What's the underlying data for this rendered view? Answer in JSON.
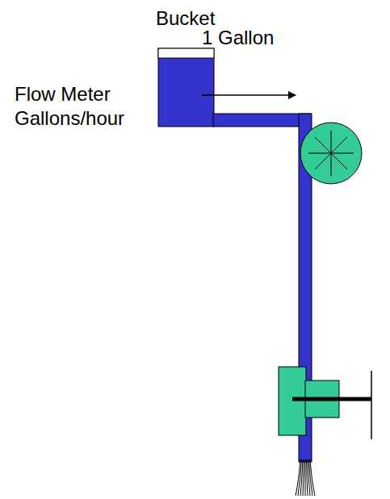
{
  "diagram": {
    "labels": [
      "Bucket",
      "1 Gallon",
      "Flow Meter Gallons/hour"
    ]
  }
}
